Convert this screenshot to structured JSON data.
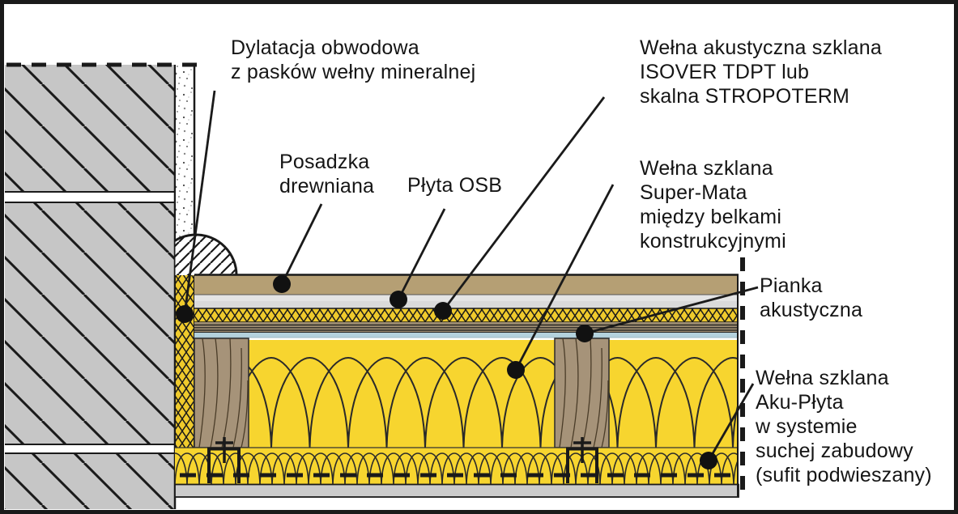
{
  "diagram": {
    "type": "construction-section-detail",
    "labels": {
      "dylatacja": {
        "lines": [
          "Dylatacja obwodowa",
          "z pasków wełny mineralnej"
        ]
      },
      "isover": {
        "lines": [
          "Wełna akustyczna szklana",
          "ISOVER TDPT lub",
          "skalna STROPOTERM"
        ]
      },
      "posadzka": {
        "lines": [
          "Posadzka",
          "drewniana"
        ]
      },
      "osb": {
        "lines": [
          "Płyta OSB"
        ]
      },
      "supermata": {
        "lines": [
          "Wełna szklana",
          "Super-Mata",
          "między belkami",
          "konstrukcyjnymi"
        ]
      },
      "pianka": {
        "lines": [
          "Pianka",
          "akustyczna"
        ]
      },
      "akuplyta": {
        "lines": [
          "Wełna szklana",
          "Aku-Płyta",
          "w systemie",
          "suchej zabudowy",
          "(sufit podwieszany)"
        ]
      }
    },
    "colors": {
      "wool_yellow": "#F7D52F",
      "wool_hatch_yellow": "#EFCA2C",
      "wood_floor_brown": "#B59F74",
      "boards_brown": "#9C8C72",
      "beam_brown": "#A69379",
      "osb_gray": "#DADADA",
      "foam_blue": "#B4D2DD",
      "wall_gray": "#C6C6C6",
      "plasterboard_gray": "#CBCBCB",
      "line_black": "#1A1A1A"
    }
  }
}
